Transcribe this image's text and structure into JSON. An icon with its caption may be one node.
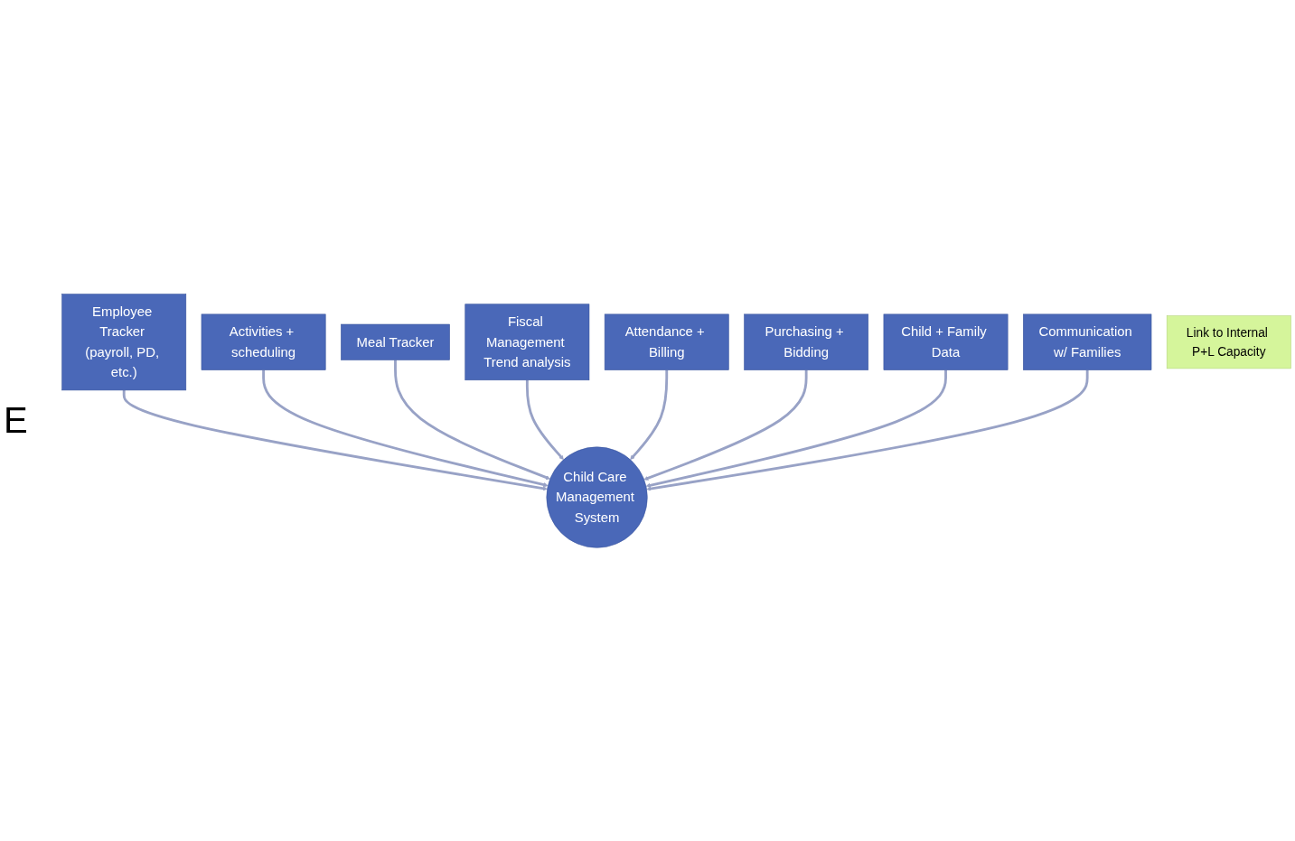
{
  "diagram": {
    "nodes": [
      {
        "text": [
          "Employee Tracker (payroll, PD, etc.)"
        ]
      },
      {
        "text": [
          "Activities + scheduling"
        ]
      },
      {
        "text": [
          "Meal Tracker"
        ]
      },
      {
        "text": [
          "Fiscal Management Trend analysis"
        ]
      },
      {
        "text": [
          "Attendance + Billing"
        ]
      },
      {
        "text": [
          "Purchasing + Bidding"
        ]
      },
      {
        "text": [
          "Child + Family Data"
        ]
      },
      {
        "text": [
          "Child Care Management System"
        ]
      },
      {
        "text": [
          "Communication w/ Families"
        ]
      },
      {
        "text": [
          "Link to Internal P+L Capacity"
        ]
      }
    ],
    "edges": [
      {
        "from": 0,
        "to": 7,
        "arrow": "to"
      },
      {
        "from": 1,
        "to": 7,
        "arrow": "to"
      },
      {
        "from": 2,
        "to": 7,
        "arrow": "to"
      },
      {
        "from": 3,
        "to": 7,
        "arrow": "to"
      },
      {
        "from": 4,
        "to": 7,
        "arrow": "to"
      },
      {
        "from": 5,
        "to": 7,
        "arrow": "to"
      },
      {
        "from": 6,
        "to": 7,
        "arrow": "to"
      },
      {
        "from": 8,
        "to": 7,
        "arrow": "to"
      }
    ],
    "labels": [
      "E"
    ]
  }
}
